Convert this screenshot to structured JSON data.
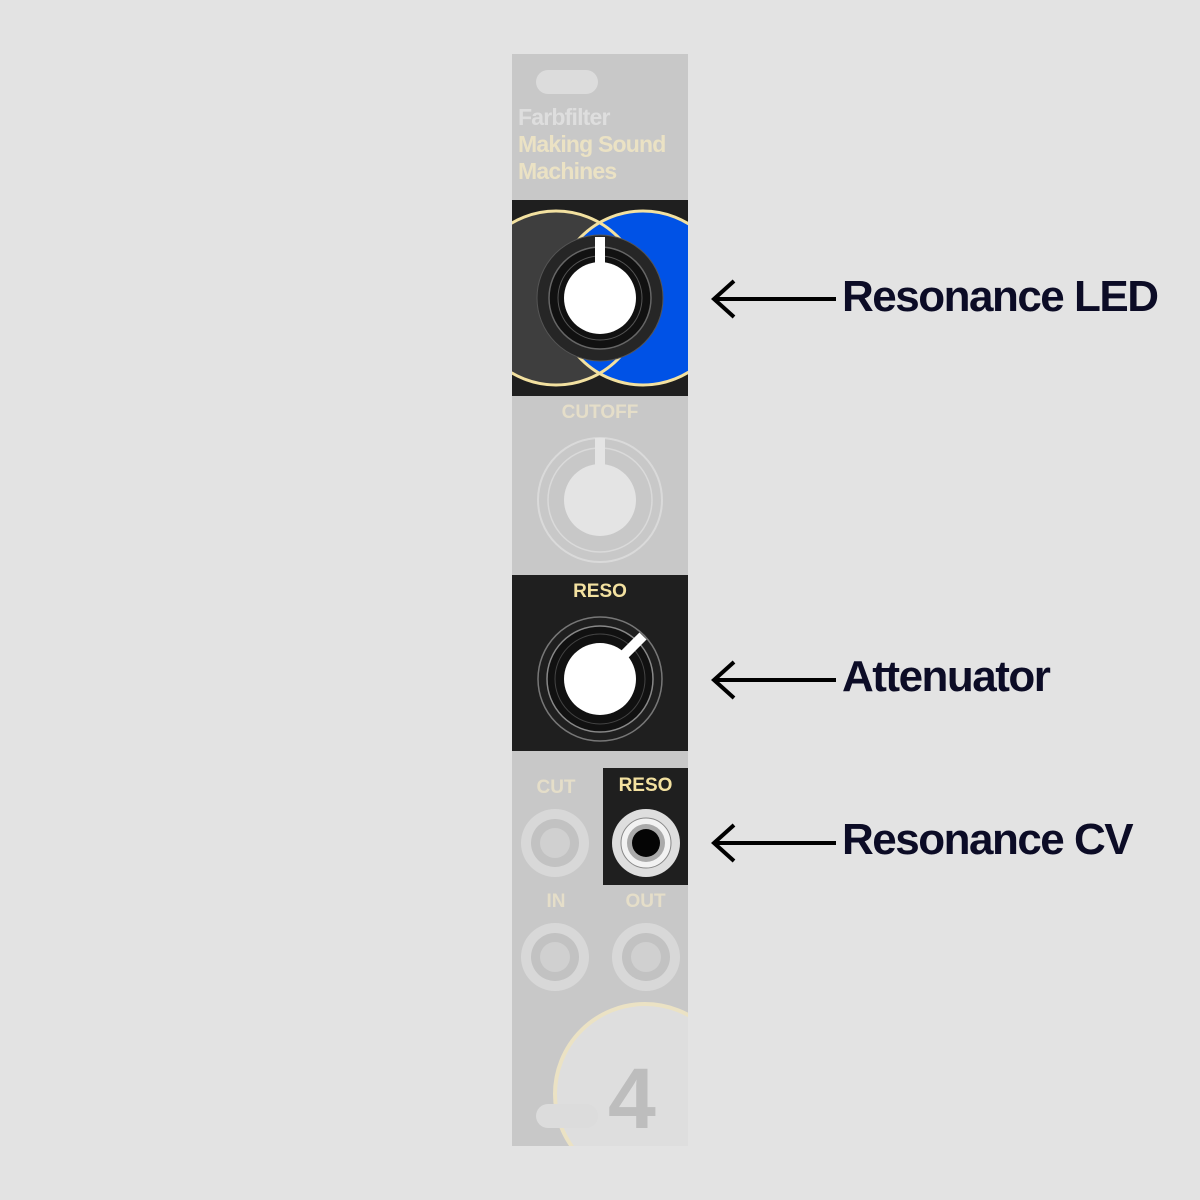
{
  "panel": {
    "brand": {
      "line1": "Farbfilter",
      "line2": "Making Sound",
      "line3": "Machines"
    },
    "knob_labels": {
      "cutoff": "CUTOFF",
      "reso": "RESO"
    },
    "jack_labels": {
      "cut": "CUT",
      "reso": "RESO",
      "in": "IN",
      "out": "OUT"
    },
    "hp_number": "4"
  },
  "annotations": {
    "resonance_led": "Resonance LED",
    "attenuator": "Attenuator",
    "resonance_cv": "Resonance CV"
  },
  "colors": {
    "background": "#e3e3e3",
    "panel": "#c8c8c8",
    "highlight": "#1f1f1f",
    "led_blue": "#0052e6",
    "gold": "#f3e1a0",
    "annotation_text": "#0c0c26"
  }
}
